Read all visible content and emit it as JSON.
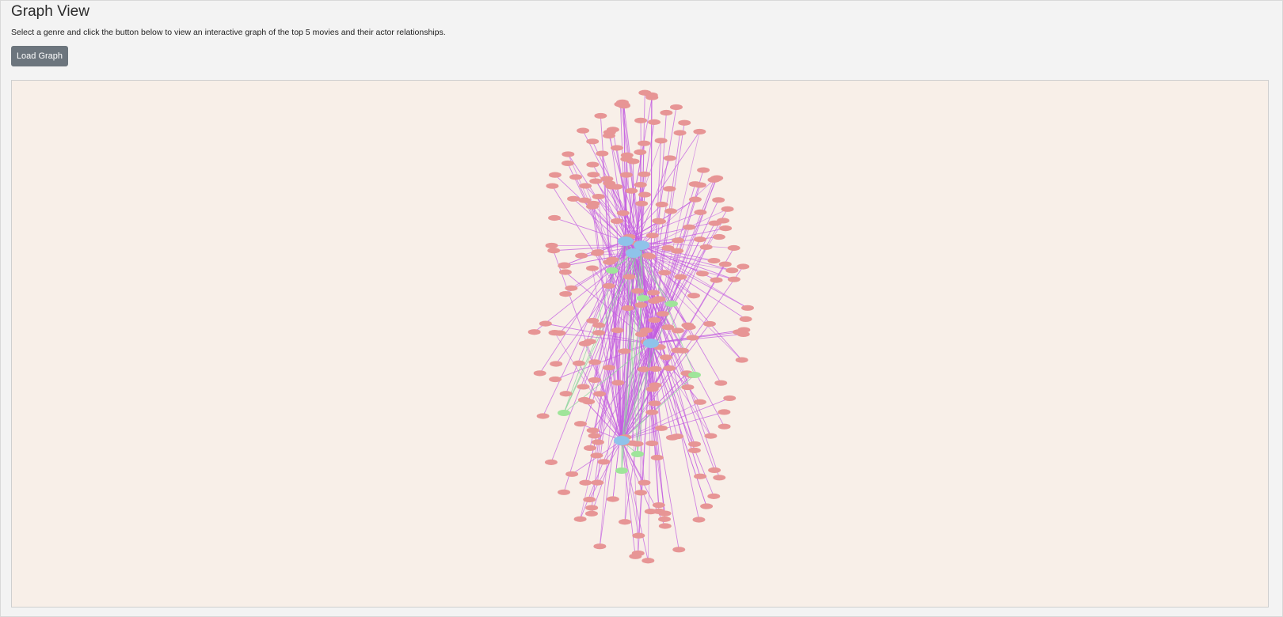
{
  "page": {
    "title": "Graph View",
    "description": "Select a genre and click the button below to view an interactive graph of the top 5 movies and their actor relationships.",
    "load_button_label": "Load Graph"
  },
  "graph": {
    "colors": {
      "background": "#f8efe8",
      "edge": "#c35ee0",
      "secondary_edge": "#8fd59f",
      "actor_node": "#e79595",
      "movie_node": "#8fc3ea",
      "genre_node": "#9fe59a"
    },
    "node_kinds": [
      "movie",
      "genre",
      "actor"
    ],
    "legend_note": ""
  }
}
